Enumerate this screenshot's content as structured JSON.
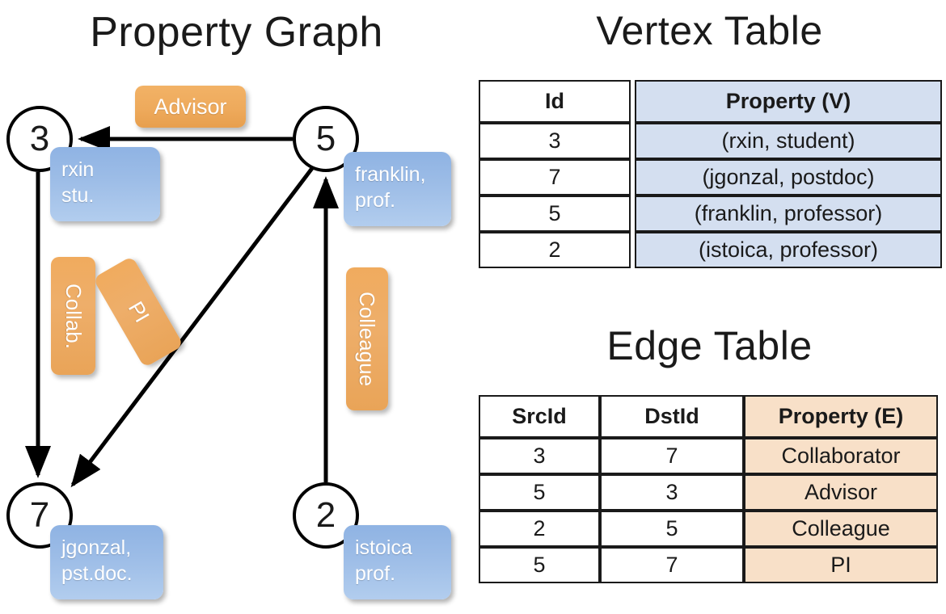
{
  "titles": {
    "property_graph": "Property Graph",
    "vertex_table": "Vertex Table",
    "edge_table": "Edge Table"
  },
  "graph": {
    "nodes": [
      {
        "id": "3",
        "label": "3",
        "property_lines": [
          "rxin",
          "stu."
        ]
      },
      {
        "id": "5",
        "label": "5",
        "property_lines": [
          "franklin,",
          "prof."
        ]
      },
      {
        "id": "7",
        "label": "7",
        "property_lines": [
          "jgonzal,",
          "pst.doc."
        ]
      },
      {
        "id": "2",
        "label": "2",
        "property_lines": [
          "istoica",
          "prof."
        ]
      }
    ],
    "property_boxes": {
      "rxin": "rxin\nstu.",
      "franklin": "franklin,\nprof.",
      "jgonzal": "jgonzal,\npst.doc.",
      "istoica": "istoica\nprof."
    },
    "edge_labels": {
      "advisor": "Advisor",
      "collab": "Collab.",
      "pi": "PI",
      "colleague": "Colleague"
    },
    "edges": [
      {
        "from": "5",
        "to": "3",
        "label": "Advisor"
      },
      {
        "from": "3",
        "to": "7",
        "label": "Collab."
      },
      {
        "from": "5",
        "to": "7",
        "label": "PI"
      },
      {
        "from": "2",
        "to": "5",
        "label": "Colleague"
      }
    ]
  },
  "vertex_table": {
    "headers": [
      "Id",
      "Property (V)"
    ],
    "rows": [
      {
        "id": "3",
        "property": "(rxin, student)"
      },
      {
        "id": "7",
        "property": "(jgonzal, postdoc)"
      },
      {
        "id": "5",
        "property": "(franklin, professor)"
      },
      {
        "id": "2",
        "property": "(istoica, professor)"
      }
    ]
  },
  "edge_table": {
    "headers": [
      "SrcId",
      "DstId",
      "Property (E)"
    ],
    "rows": [
      {
        "src": "3",
        "dst": "7",
        "property": "Collaborator"
      },
      {
        "src": "5",
        "dst": "3",
        "property": "Advisor"
      },
      {
        "src": "2",
        "dst": "5",
        "property": "Colleague"
      },
      {
        "src": "5",
        "dst": "7",
        "property": "PI"
      }
    ]
  },
  "colors": {
    "vertex_property_cell": "#d4dff0",
    "edge_property_cell": "#f8e0c8",
    "node_property_box": "#9dbde7",
    "edge_label_box": "#eeaa5c",
    "stroke": "#000000"
  }
}
